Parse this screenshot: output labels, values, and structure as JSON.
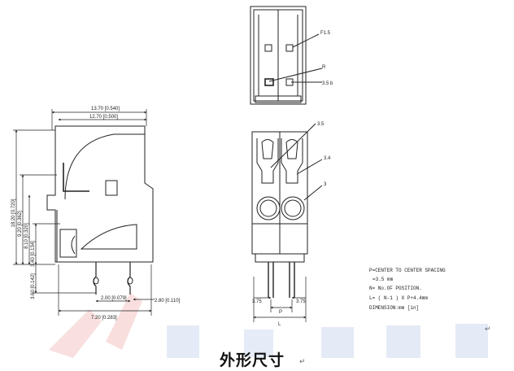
{
  "title": "外形尺寸",
  "return_mark": "↵",
  "side_view": {
    "dims": {
      "overall_width": "13.70 [0.540]",
      "body_width": "12.70 [0.500]",
      "overall_height": "18.20 [0.720]",
      "dim_v2": "9.20 [0.362]",
      "dim_v3": "8.10 [0.320]",
      "dim_v4": "3.40 [0.134]",
      "dim_v5": "3.60 [0.142]",
      "dim_pin_offset": "2.00 [0.079]",
      "dim_pin_dia": "2.80 [0.110]",
      "dim_base": "7.20 [0.283]"
    }
  },
  "top_view": {
    "callouts": [
      "F1.5",
      "R",
      "3.5 b"
    ]
  },
  "front_view": {
    "callouts": [
      "3.5",
      "3.4",
      "3"
    ],
    "dims": {
      "left_pad": "3.75",
      "right_pad": "3.75",
      "pitch": "P",
      "length": "L"
    }
  },
  "notes": [
    "P=CENTER TO CENTER SPACING",
    "=3.5 mm",
    "N= No.OF POSITION.",
    "L= ( N-1 ) X P+4.4mm",
    "DIMENSION:mm [in]"
  ]
}
